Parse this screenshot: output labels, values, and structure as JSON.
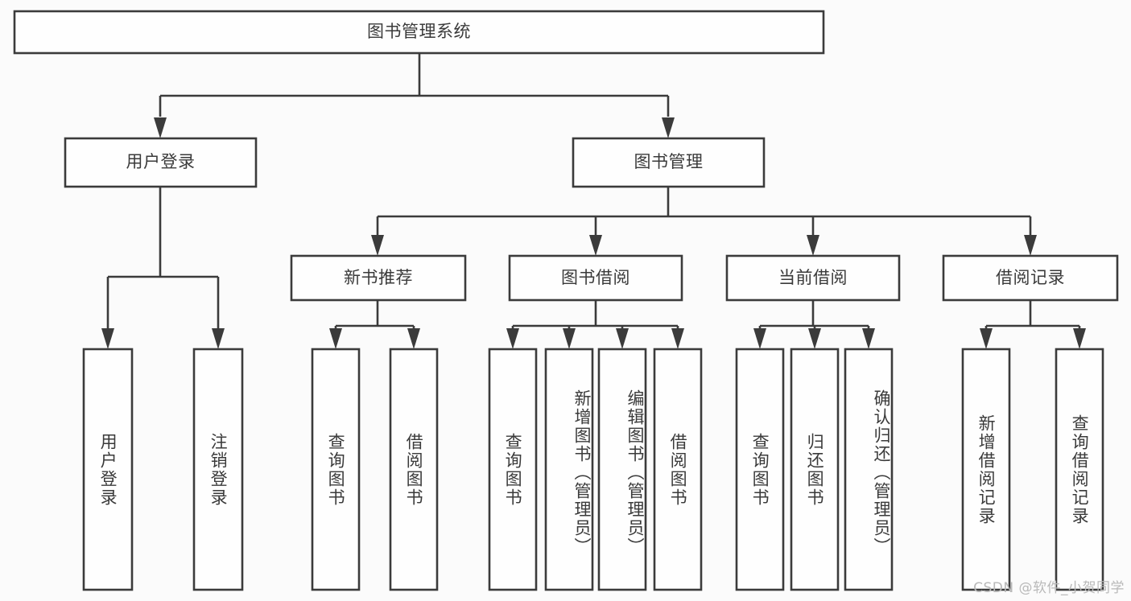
{
  "diagram": {
    "title": "图书管理系统",
    "type": "tree-hierarchy",
    "watermark": "CSDN @软件_小贺同学",
    "colors": {
      "background": "#fbfbfb",
      "box_fill": "#fefefe",
      "box_stroke": "#3b3b3b",
      "text": "#3a3a3a",
      "watermark": "#b9b9b9"
    },
    "nodes": {
      "root": {
        "label": "图书管理系统",
        "orientation": "horizontal"
      },
      "level2": [
        {
          "id": "user-login",
          "label": "用户登录",
          "orientation": "horizontal"
        },
        {
          "id": "book-management",
          "label": "图书管理",
          "orientation": "horizontal"
        }
      ],
      "level3": [
        {
          "id": "new-book-recommend",
          "label": "新书推荐",
          "orientation": "horizontal"
        },
        {
          "id": "book-borrow",
          "label": "图书借阅",
          "orientation": "horizontal"
        },
        {
          "id": "current-borrow",
          "label": "当前借阅",
          "orientation": "horizontal"
        },
        {
          "id": "borrow-record",
          "label": "借阅记录",
          "orientation": "horizontal"
        }
      ],
      "leaves": {
        "user-login": [
          {
            "id": "leaf-user-login",
            "label": "用户登录",
            "orientation": "vertical"
          },
          {
            "id": "leaf-logout",
            "label": "注销登录",
            "orientation": "vertical"
          }
        ],
        "new-book-recommend": [
          {
            "id": "leaf-query-book-1",
            "label": "查询图书",
            "orientation": "vertical"
          },
          {
            "id": "leaf-borrow-book-1",
            "label": "借阅图书",
            "orientation": "vertical"
          }
        ],
        "book-borrow": [
          {
            "id": "leaf-query-book-2",
            "label": "查询图书",
            "orientation": "vertical"
          },
          {
            "id": "leaf-add-book",
            "label": "新增图书（管理员）",
            "orientation": "vertical"
          },
          {
            "id": "leaf-edit-book",
            "label": "编辑图书（管理员）",
            "orientation": "vertical"
          },
          {
            "id": "leaf-borrow-book-2",
            "label": "借阅图书",
            "orientation": "vertical"
          }
        ],
        "current-borrow": [
          {
            "id": "leaf-query-book-3",
            "label": "查询图书",
            "orientation": "vertical"
          },
          {
            "id": "leaf-return-book",
            "label": "归还图书",
            "orientation": "vertical"
          },
          {
            "id": "leaf-confirm-return",
            "label": "确认归还（管理员）",
            "orientation": "vertical"
          }
        ],
        "borrow-record": [
          {
            "id": "leaf-add-record",
            "label": "新增借阅记录",
            "orientation": "vertical"
          },
          {
            "id": "leaf-query-record",
            "label": "查询借阅记录",
            "orientation": "vertical"
          }
        ]
      }
    }
  }
}
